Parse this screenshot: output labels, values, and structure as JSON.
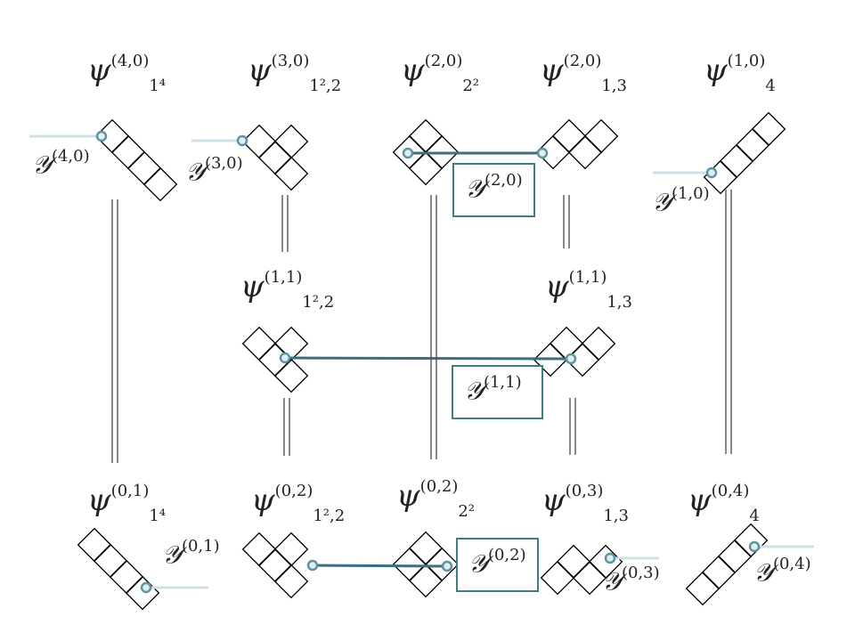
{
  "colors": {
    "line": "#3c6f7f",
    "pale": "#cfe0e4",
    "box": "#3f7d7f",
    "cell": "#000000",
    "eq": "#555555"
  },
  "psi_labels": [
    {
      "id": "psi-40-14",
      "base": "ψ",
      "sup": "(4,0)",
      "sub": "1⁴"
    },
    {
      "id": "psi-30-122",
      "base": "ψ",
      "sup": "(3,0)",
      "sub": "1²,2"
    },
    {
      "id": "psi-20-22",
      "base": "ψ",
      "sup": "(2,0)",
      "sub": "2²"
    },
    {
      "id": "psi-20-13",
      "base": "ψ",
      "sup": "(2,0)",
      "sub": "1,3"
    },
    {
      "id": "psi-10-4",
      "base": "ψ",
      "sup": "(1,0)",
      "sub": "4"
    },
    {
      "id": "psi-11-122",
      "base": "ψ",
      "sup": "(1,1)",
      "sub": "1²,2"
    },
    {
      "id": "psi-11-13",
      "base": "ψ",
      "sup": "(1,1)",
      "sub": "1,3"
    },
    {
      "id": "psi-01-14",
      "base": "ψ",
      "sup": "(0,1)",
      "sub": "1⁴"
    },
    {
      "id": "psi-02-122",
      "base": "ψ",
      "sup": "(0,2)",
      "sub": "1²,2"
    },
    {
      "id": "psi-02-22",
      "base": "ψ",
      "sup": "(0,2)",
      "sub": "2²"
    },
    {
      "id": "psi-03-13",
      "base": "ψ",
      "sup": "(0,3)",
      "sub": "1,3"
    },
    {
      "id": "psi-04-4",
      "base": "ψ",
      "sup": "(0,4)",
      "sub": "4"
    }
  ],
  "y_labels": [
    {
      "id": "y-40",
      "base": "𝒴",
      "sup": "(4,0)"
    },
    {
      "id": "y-30",
      "base": "𝒴",
      "sup": "(3,0)"
    },
    {
      "id": "y-10",
      "base": "𝒴",
      "sup": "(1,0)"
    },
    {
      "id": "y-01",
      "base": "𝒴",
      "sup": "(0,1)"
    },
    {
      "id": "y-03",
      "base": "𝒴",
      "sup": "(0,3)"
    },
    {
      "id": "y-04",
      "base": "𝒴",
      "sup": "(0,4)"
    }
  ],
  "y_boxes": [
    {
      "id": "y-20-box",
      "base": "𝒴",
      "sup": "(2,0)"
    },
    {
      "id": "y-11-box",
      "base": "𝒴",
      "sup": "(1,1)"
    },
    {
      "id": "y-02-box",
      "base": "𝒴",
      "sup": "(0,2)"
    }
  ]
}
